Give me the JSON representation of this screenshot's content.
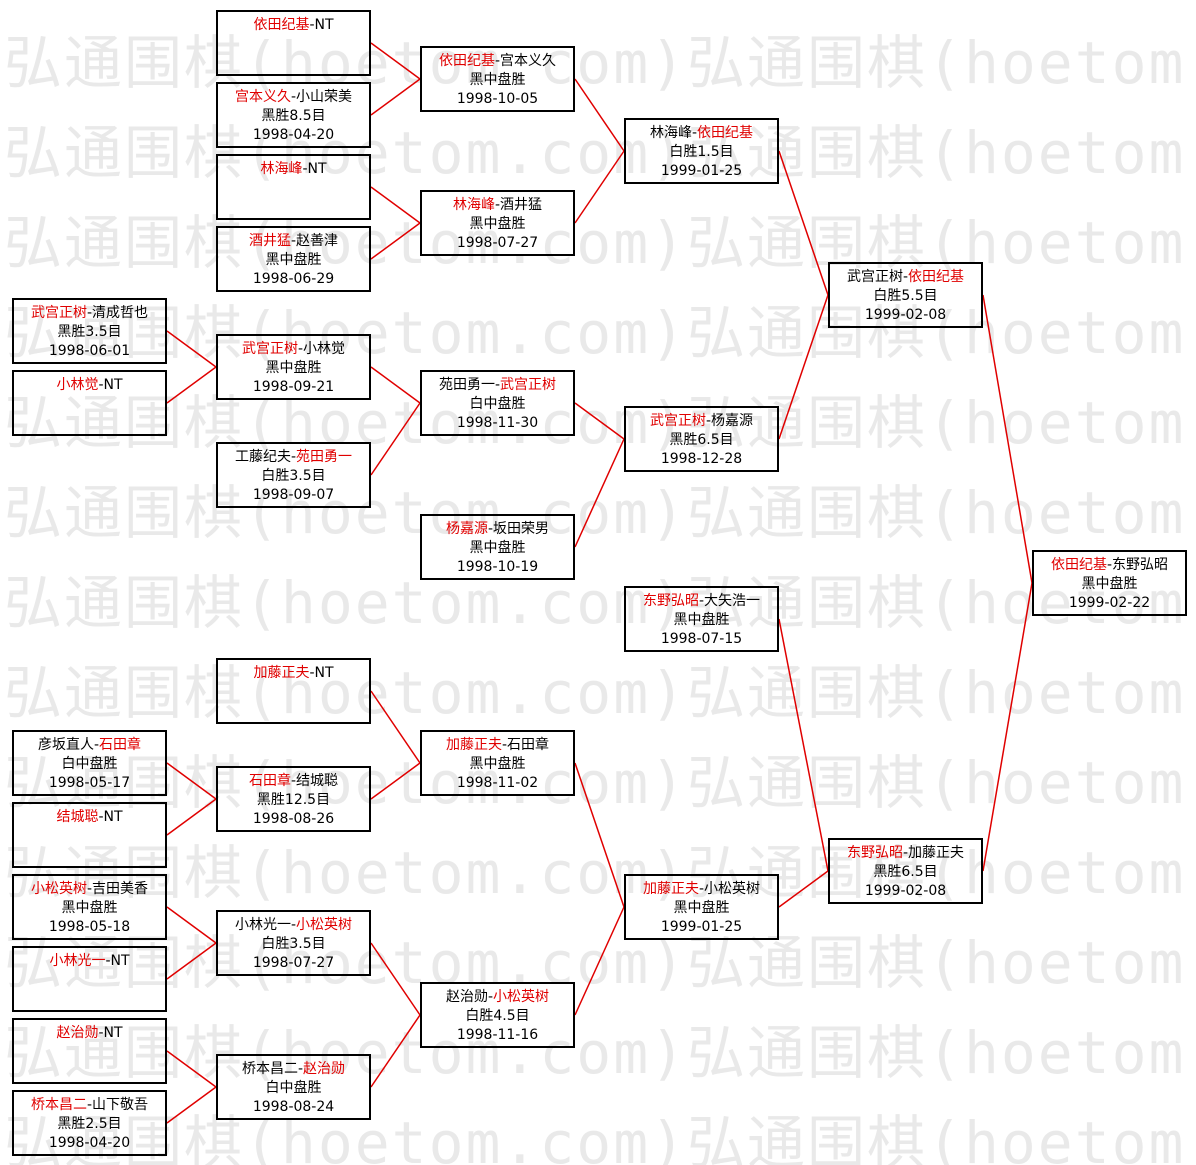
{
  "watermark": "弘通围棋(hoetom.com)弘通围棋(hoetom.com)",
  "colors": {
    "winner": "#e00000",
    "line": "#e00000",
    "border": "#000000"
  },
  "matches": [
    {
      "id": "r1-1",
      "p1": "依田纪基",
      "p2": "NT",
      "winner": 1,
      "result": "",
      "date": ""
    },
    {
      "id": "r1-2",
      "p1": "宫本义久",
      "p2": "小山荣美",
      "winner": 1,
      "result": "黑胜8.5目",
      "date": "1998-04-20"
    },
    {
      "id": "r1-3",
      "p1": "林海峰",
      "p2": "NT",
      "winner": 1,
      "result": "",
      "date": ""
    },
    {
      "id": "r1-4",
      "p1": "酒井猛",
      "p2": "赵善津",
      "winner": 1,
      "result": "黑中盘胜",
      "date": "1998-06-29"
    },
    {
      "id": "r1-5",
      "p1": "工藤纪夫",
      "p2": "苑田勇一",
      "winner": 2,
      "result": "白胜3.5目",
      "date": "1998-09-07"
    },
    {
      "id": "r1-6",
      "p1": "杨嘉源",
      "p2": "坂田荣男",
      "winner": 1,
      "result": "黑中盘胜",
      "date": "1998-10-19"
    },
    {
      "id": "r1-7",
      "p1": "加藤正夫",
      "p2": "NT",
      "winner": 1,
      "result": "",
      "date": ""
    },
    {
      "id": "q-1",
      "p1": "武宫正树",
      "p2": "清成哲也",
      "winner": 1,
      "result": "黑胜3.5目",
      "date": "1998-06-01"
    },
    {
      "id": "q-2",
      "p1": "小林觉",
      "p2": "NT",
      "winner": 1,
      "result": "",
      "date": ""
    },
    {
      "id": "q-3",
      "p1": "彦坂直人",
      "p2": "石田章",
      "winner": 2,
      "result": "白中盘胜",
      "date": "1998-05-17"
    },
    {
      "id": "q-4",
      "p1": "结城聪",
      "p2": "NT",
      "winner": 1,
      "result": "",
      "date": ""
    },
    {
      "id": "q-5",
      "p1": "小松英树",
      "p2": "吉田美香",
      "winner": 1,
      "result": "黑中盘胜",
      "date": "1998-05-18"
    },
    {
      "id": "q-6",
      "p1": "小林光一",
      "p2": "NT",
      "winner": 1,
      "result": "",
      "date": ""
    },
    {
      "id": "q-7",
      "p1": "赵治勋",
      "p2": "NT",
      "winner": 1,
      "result": "",
      "date": ""
    },
    {
      "id": "q-8",
      "p1": "桥本昌二",
      "p2": "山下敬吾",
      "winner": 1,
      "result": "黑胜2.5目",
      "date": "1998-04-20"
    },
    {
      "id": "r2-1",
      "p1": "武宫正树",
      "p2": "小林觉",
      "winner": 1,
      "result": "黑中盘胜",
      "date": "1998-09-21"
    },
    {
      "id": "r2-2",
      "p1": "石田章",
      "p2": "结城聪",
      "winner": 1,
      "result": "黑胜12.5目",
      "date": "1998-08-26"
    },
    {
      "id": "r2-3",
      "p1": "小林光一",
      "p2": "小松英树",
      "winner": 2,
      "result": "白胜3.5目",
      "date": "1998-07-27"
    },
    {
      "id": "r2-4",
      "p1": "桥本昌二",
      "p2": "赵治勋",
      "winner": 2,
      "result": "白中盘胜",
      "date": "1998-08-24"
    },
    {
      "id": "r3-1",
      "p1": "依田纪基",
      "p2": "宫本义久",
      "winner": 1,
      "result": "黑中盘胜",
      "date": "1998-10-05"
    },
    {
      "id": "r3-2",
      "p1": "林海峰",
      "p2": "酒井猛",
      "winner": 1,
      "result": "黑中盘胜",
      "date": "1998-07-27"
    },
    {
      "id": "r3-3",
      "p1": "苑田勇一",
      "p2": "武宫正树",
      "winner": 2,
      "result": "白中盘胜",
      "date": "1998-11-30"
    },
    {
      "id": "r3-4",
      "p1": "加藤正夫",
      "p2": "石田章",
      "winner": 1,
      "result": "黑中盘胜",
      "date": "1998-11-02"
    },
    {
      "id": "r3-5",
      "p1": "赵治勋",
      "p2": "小松英树",
      "winner": 2,
      "result": "白胜4.5目",
      "date": "1998-11-16"
    },
    {
      "id": "r4-1",
      "p1": "林海峰",
      "p2": "依田纪基",
      "winner": 2,
      "result": "白胜1.5目",
      "date": "1999-01-25"
    },
    {
      "id": "r4-2",
      "p1": "武宫正树",
      "p2": "杨嘉源",
      "winner": 1,
      "result": "黑胜6.5目",
      "date": "1998-12-28"
    },
    {
      "id": "r4-3",
      "p1": "东野弘昭",
      "p2": "大矢浩一",
      "winner": 1,
      "result": "黑中盘胜",
      "date": "1998-07-15"
    },
    {
      "id": "r4-4",
      "p1": "加藤正夫",
      "p2": "小松英树",
      "winner": 1,
      "result": "黑中盘胜",
      "date": "1999-01-25"
    },
    {
      "id": "r5-1",
      "p1": "武宫正树",
      "p2": "依田纪基",
      "winner": 2,
      "result": "白胜5.5目",
      "date": "1999-02-08"
    },
    {
      "id": "r5-2",
      "p1": "东野弘昭",
      "p2": "加藤正夫",
      "winner": 1,
      "result": "黑胜6.5目",
      "date": "1999-02-08"
    },
    {
      "id": "final",
      "p1": "依田纪基",
      "p2": "东野弘昭",
      "winner": 1,
      "result": "黑中盘胜",
      "date": "1999-02-22"
    }
  ],
  "connections": [
    [
      "q-1",
      "q-2",
      "r2-1"
    ],
    [
      "q-3",
      "q-4",
      "r2-2"
    ],
    [
      "q-5",
      "q-6",
      "r2-3"
    ],
    [
      "q-7",
      "q-8",
      "r2-4"
    ],
    [
      "r1-1",
      "r1-2",
      "r3-1"
    ],
    [
      "r1-3",
      "r1-4",
      "r3-2"
    ],
    [
      "r2-1",
      "r1-5",
      "r3-3"
    ],
    [
      "r1-7",
      "r2-2",
      "r3-4"
    ],
    [
      "r2-3",
      "r2-4",
      "r3-5"
    ],
    [
      "r3-1",
      "r3-2",
      "r4-1"
    ],
    [
      "r3-3",
      "r1-6",
      "r4-2"
    ],
    [
      "r3-4",
      "r3-5",
      "r4-4"
    ],
    [
      "r4-1",
      "r4-2",
      "r5-1"
    ],
    [
      "r4-3",
      "r4-4",
      "r5-2"
    ],
    [
      "r5-1",
      "r5-2",
      "final"
    ]
  ]
}
